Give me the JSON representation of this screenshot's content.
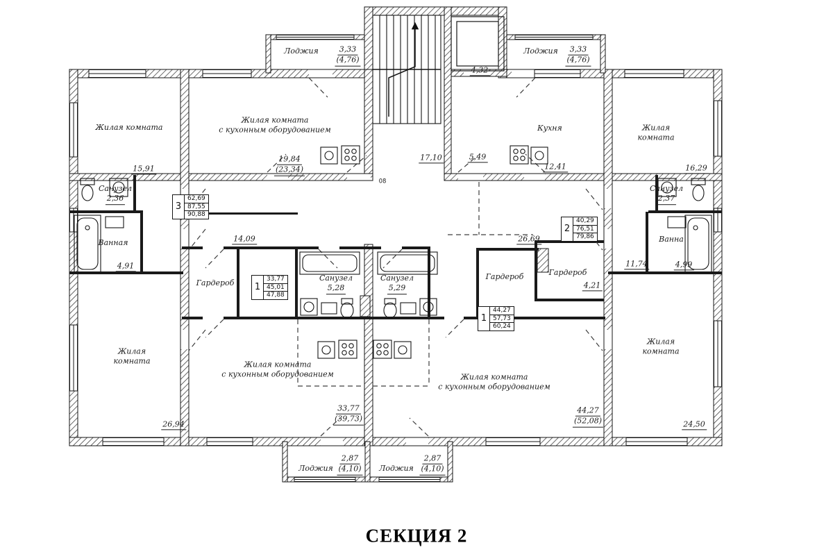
{
  "title": "СЕКЦИЯ 2",
  "plan": {
    "loggia_tl": {
      "name": "Лоджия",
      "a1": "3,33",
      "a2": "(4,76)"
    },
    "loggia_tr": {
      "name": "Лоджия",
      "a1": "3,33",
      "a2": "(4,76)"
    },
    "loggia_bl": {
      "name": "Лоджия",
      "a1": "2,87",
      "a2": "(4,10)"
    },
    "loggia_br": {
      "name": "Лоджия",
      "a1": "2,87",
      "a2": "(4,10)"
    },
    "elevator": {
      "a1": "4,32"
    },
    "stairs": {
      "a1": "17,10"
    },
    "hall": {
      "a1": "5,49"
    },
    "hall_num": "08",
    "living_tl": {
      "name": "Жилая комната",
      "a1": "15,91"
    },
    "living_kitchen_t": {
      "name1": "Жилая комната",
      "name2": "с кухонным оборудованием",
      "a1": "19,84",
      "a2": "(23,34)"
    },
    "kitchen": {
      "name": "Кухня",
      "a1": "12,41"
    },
    "living_tr": {
      "name1": "Жилая",
      "name2": "комната",
      "a1": "16,29"
    },
    "san_tl": {
      "name": "Санузел",
      "a1": "2,36"
    },
    "bath_l": {
      "name": "Ванная",
      "a1": "4,91"
    },
    "san_tr": {
      "name": "Санузел",
      "a1": "2,37"
    },
    "bath_r": {
      "name": "Ванна",
      "a1": "4,99"
    },
    "corr_r": {
      "a1": "11,74"
    },
    "corr_l": {
      "a1": "14,09"
    },
    "corr_c": {
      "a1": "26,69"
    },
    "wardrobe_l": {
      "name": "Гардероб"
    },
    "wardrobe_c": {
      "name": "Гардероб"
    },
    "wardrobe_r": {
      "name": "Гардероб",
      "a1": "4,21"
    },
    "san_528": {
      "name": "Санузел",
      "a1": "5,28"
    },
    "san_529": {
      "name": "Санузел",
      "a1": "5,29"
    },
    "living_bl": {
      "name1": "Жилая",
      "name2": "комната",
      "a1": "26,94"
    },
    "living_kitchen_bl": {
      "name1": "Жилая комната",
      "name2": "с кухонным оборудованием",
      "a1": "33,77",
      "a2": "(39,73)"
    },
    "living_kitchen_br": {
      "name1": "Жилая комната",
      "name2": "с кухонным оборудованием",
      "a1": "44,27",
      "a2": "(52,08)"
    },
    "living_br": {
      "name1": "Жилая",
      "name2": "комната",
      "a1": "24,50"
    }
  },
  "stamps": {
    "apt3": {
      "num": "3",
      "v1": "62,69",
      "v2": "87,55",
      "v3": "90,88"
    },
    "apt1l": {
      "num": "1",
      "v1": "33,77",
      "v2": "45,01",
      "v3": "47,88"
    },
    "apt2": {
      "num": "2",
      "v1": "40,29",
      "v2": "76,51",
      "v3": "79,86"
    },
    "apt1r": {
      "num": "1",
      "v1": "44,27",
      "v2": "57,73",
      "v3": "60,24"
    }
  },
  "colors": {
    "ink": "#1b1b1b",
    "paper": "#ffffff"
  }
}
